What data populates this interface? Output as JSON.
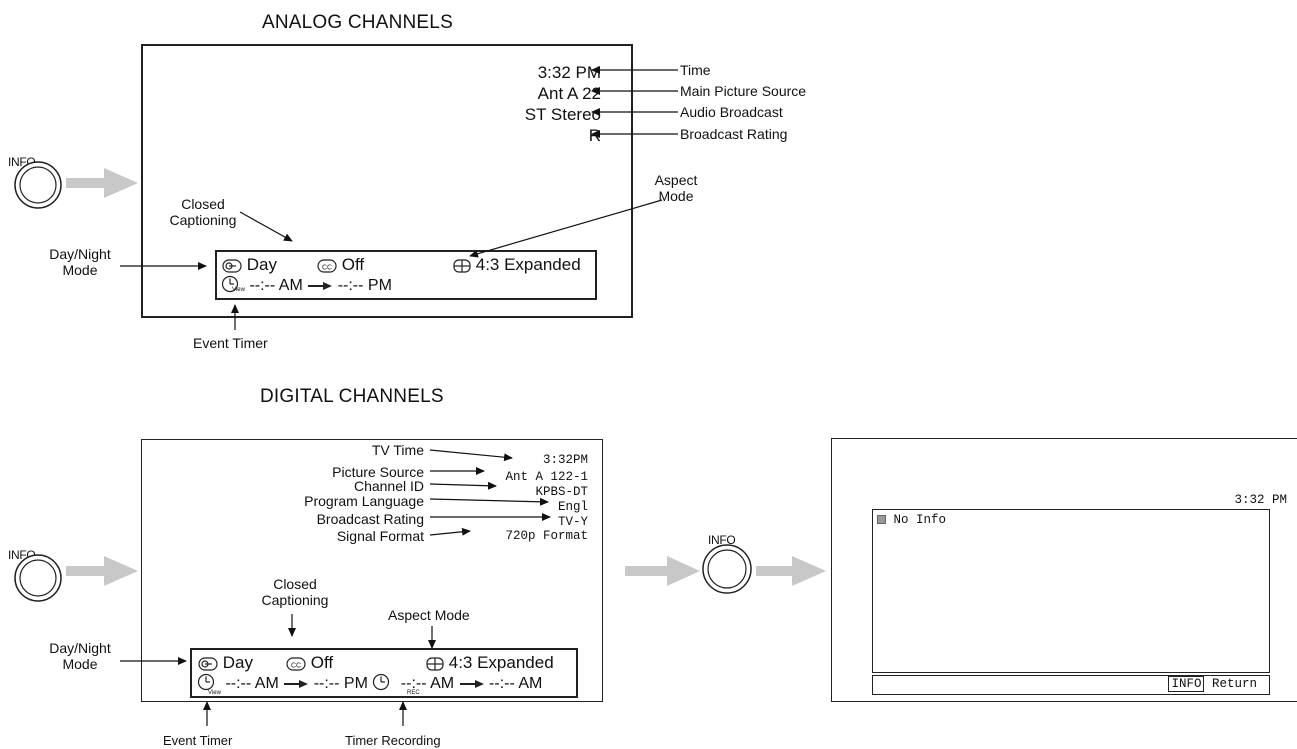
{
  "analog": {
    "title": "ANALOG CHANNELS",
    "info_label": "INFO",
    "screen": {
      "time": "3:32 PM",
      "source": "Ant  A  22",
      "audio": "ST Stereo",
      "rating": "R",
      "day": "Day",
      "cc": "Off",
      "aspect": "4:3 Expanded",
      "view_sub": "View",
      "timer_start": "--:-- AM",
      "timer_end": "--:-- PM"
    },
    "callouts": {
      "time": "Time",
      "source": "Main Picture Source",
      "audio": "Audio Broadcast",
      "rating": "Broadcast Rating",
      "aspect_line1": "Aspect",
      "aspect_line2": "Mode",
      "cc_line1": "Closed",
      "cc_line2": "Captioning",
      "daynight_line1": "Day/Night",
      "daynight_line2": "Mode",
      "event_timer": "Event Timer"
    }
  },
  "digital": {
    "title": "DIGITAL CHANNELS",
    "info_label": "INFO",
    "screen": {
      "time": "3:32PM",
      "source": "Ant A 122-1",
      "channel_id": "KPBS-DT",
      "language": "Engl",
      "rating": "TV-Y",
      "format": "720p Format",
      "day": "Day",
      "cc": "Off",
      "aspect": "4:3 Expanded",
      "view_sub": "View",
      "rec_sub": "REC",
      "timer_start": "--:-- AM",
      "timer_end": "--:-- PM",
      "rec_start": "--:-- AM",
      "rec_end": "--:-- AM"
    },
    "callouts": {
      "tv_time": "TV Time",
      "picture_source": "Picture Source",
      "channel_id": "Channel ID",
      "program_language": "Program Language",
      "broadcast_rating": "Broadcast Rating",
      "signal_format": "Signal Format",
      "cc_line1": "Closed",
      "cc_line2": "Captioning",
      "aspect_mode": "Aspect Mode",
      "daynight_line1": "Day/Night",
      "daynight_line2": "Mode",
      "event_timer": "Event Timer",
      "timer_recording": "Timer Recording"
    }
  },
  "no_info_screen": {
    "info_label": "INFO",
    "time": "3:32 PM",
    "message": "No Info",
    "footer_key": "INFO",
    "footer_action": "Return"
  }
}
